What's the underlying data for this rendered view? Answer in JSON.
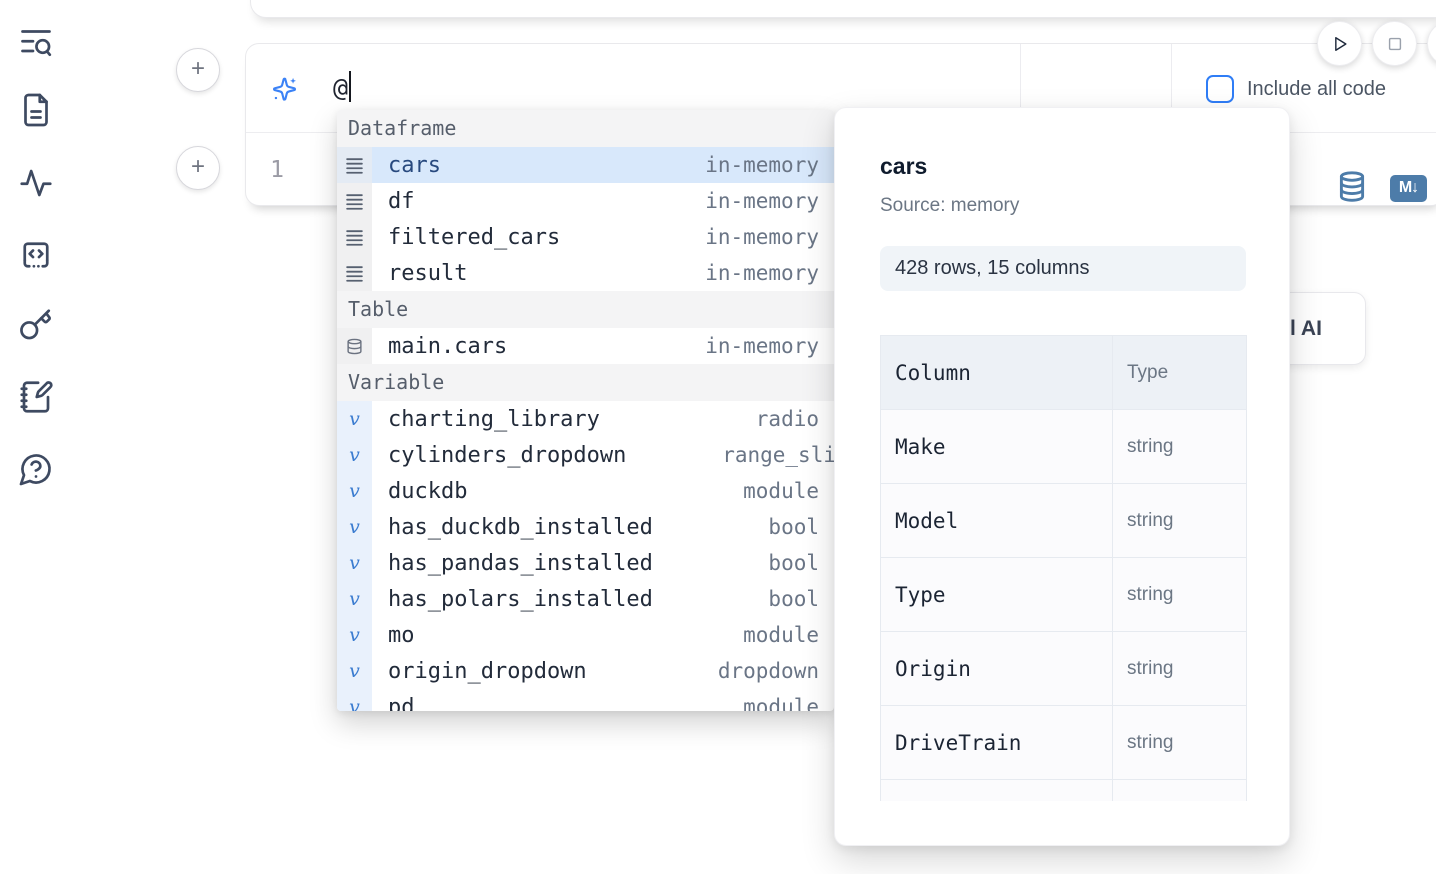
{
  "colors": {
    "accent_blue": "#3b82f6",
    "steel_blue": "#4d7ca9",
    "selected_row_bg": "#d8e8fb",
    "sidebar_icon": "#3e4a61",
    "muted_text": "#6a7586"
  },
  "sidebar": {
    "icons": [
      "text-search-icon",
      "file-text-icon",
      "activity-icon",
      "code-block-icon",
      "key-icon",
      "notebook-pen-icon",
      "help-chat-icon"
    ]
  },
  "prompt_cell": {
    "input_value": "@",
    "include_all_code_label": "Include all code",
    "markdown_badge": "M↓",
    "line_number": "1"
  },
  "run_controls": {
    "icons": [
      "play-icon",
      "stop-icon"
    ]
  },
  "completion_menu": {
    "sections": [
      {
        "label": "Dataframe",
        "kind": "df",
        "icon": "dataframe-rows-icon",
        "items": [
          {
            "name": "cars",
            "type": "in-memory",
            "selected": true
          },
          {
            "name": "df",
            "type": "in-memory"
          },
          {
            "name": "filtered_cars",
            "type": "in-memory"
          },
          {
            "name": "result",
            "type": "in-memory"
          }
        ]
      },
      {
        "label": "Table",
        "kind": "tbl",
        "icon": "database-icon",
        "items": [
          {
            "name": "main.cars",
            "type": "in-memory"
          }
        ]
      },
      {
        "label": "Variable",
        "kind": "var",
        "icon": "variable-icon",
        "items": [
          {
            "name": "charting_library",
            "type": "radio"
          },
          {
            "name": "cylinders_dropdown",
            "type": "range_sli",
            "clip_right": true
          },
          {
            "name": "duckdb",
            "type": "module"
          },
          {
            "name": "has_duckdb_installed",
            "type": "bool"
          },
          {
            "name": "has_pandas_installed",
            "type": "bool"
          },
          {
            "name": "has_polars_installed",
            "type": "bool"
          },
          {
            "name": "mo",
            "type": "module"
          },
          {
            "name": "origin_dropdown",
            "type": "dropdown"
          },
          {
            "name": "pd",
            "type": "module"
          }
        ]
      }
    ]
  },
  "preview_panel": {
    "title": "cars",
    "source": "Source: memory",
    "shape": "428 rows, 15 columns",
    "table": {
      "headers": [
        "Column",
        "Type"
      ],
      "rows": [
        [
          "Make",
          "string"
        ],
        [
          "Model",
          "string"
        ],
        [
          "Type",
          "string"
        ],
        [
          "Origin",
          "string"
        ],
        [
          "DriveTrain",
          "string"
        ],
        [
          "",
          ""
        ]
      ]
    }
  },
  "ai_button": {
    "visible_label": "l AI"
  }
}
